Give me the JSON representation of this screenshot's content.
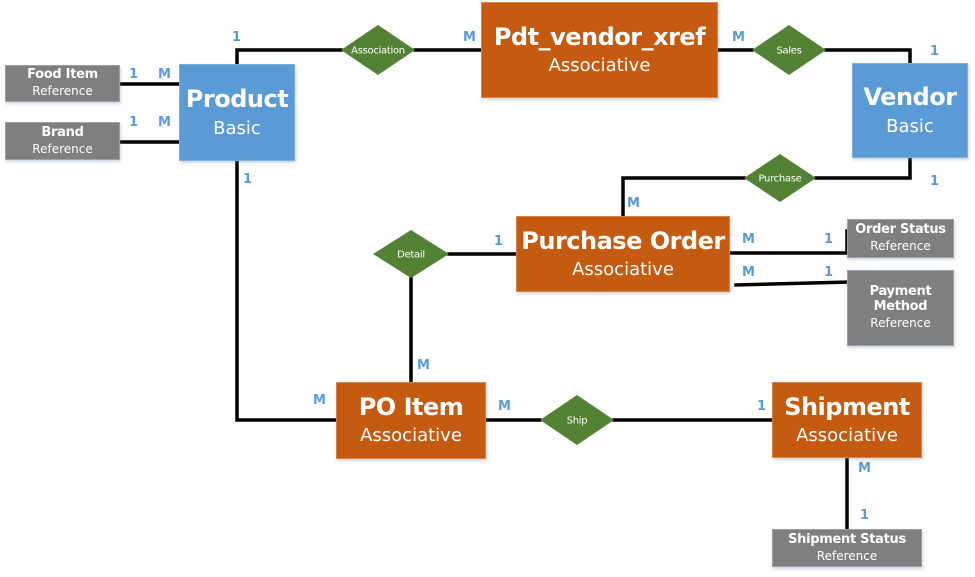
{
  "entities": {
    "product": {
      "name": "Product",
      "kind": "Basic"
    },
    "vendor": {
      "name": "Vendor",
      "kind": "Basic"
    },
    "pdt_vendor_xref": {
      "name": "Pdt_vendor_xref",
      "kind": "Associative"
    },
    "purchase_order": {
      "name": "Purchase Order",
      "kind": "Associative"
    },
    "po_item": {
      "name": "PO Item",
      "kind": "Associative"
    },
    "shipment": {
      "name": "Shipment",
      "kind": "Associative"
    },
    "food_item": {
      "name": "Food Item",
      "kind": "Reference"
    },
    "brand": {
      "name": "Brand",
      "kind": "Reference"
    },
    "order_status": {
      "name": "Order Status",
      "kind": "Reference"
    },
    "payment_method": {
      "name": "Payment Method",
      "name_line1": "Payment",
      "name_line2": "Method",
      "kind": "Reference"
    },
    "shipment_status": {
      "name": "Shipment Status",
      "kind": "Reference"
    }
  },
  "relationships": {
    "association": {
      "label": "Association"
    },
    "sales": {
      "label": "Sales"
    },
    "purchase": {
      "label": "Purchase"
    },
    "detail": {
      "label": "Detail"
    },
    "ship": {
      "label": "Ship"
    }
  },
  "cardinalities": {
    "product_association": "1",
    "xref_association": "M",
    "xref_sales": "M",
    "vendor_sales": "1",
    "vendor_purchase": "1",
    "po_purchase": "M",
    "fooditem_product_1": "1",
    "fooditem_product_m": "M",
    "brand_product_1": "1",
    "brand_product_m": "M",
    "product_poitem": "1",
    "poitem_product": "M",
    "po_detail": "1",
    "poitem_detail": "M",
    "po_orderstatus_m": "M",
    "orderstatus_1": "1",
    "po_payment_m": "M",
    "payment_1": "1",
    "poitem_ship": "M",
    "shipment_ship": "1",
    "shipment_status_m": "M",
    "shipmentstatus_1": "1"
  },
  "colors": {
    "basic": "#5b9bd5",
    "associative": "#c55a11",
    "reference": "#7f7f7f",
    "relationship": "#548235",
    "cardinality": "#5b9bd5",
    "line": "#000000"
  }
}
